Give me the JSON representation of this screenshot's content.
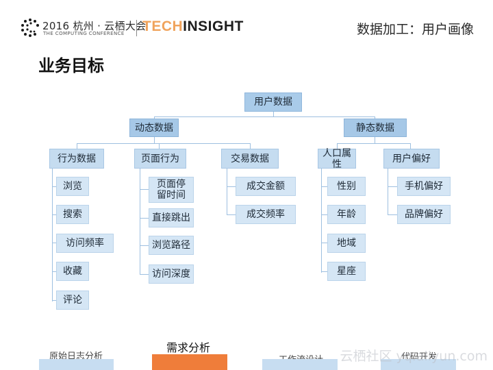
{
  "header": {
    "conference_main": "2016 杭州 · 云栖大会",
    "conference_sub": "THE COMPUTING CONFERENCE",
    "brand_part1": "TECH",
    "brand_part2": "INSIGHT",
    "topic": "数据加工：用户画像"
  },
  "page_title": "业务目标",
  "tree": {
    "root": "用户数据",
    "branches": [
      {
        "label": "动态数据",
        "categories": [
          {
            "label": "行为数据",
            "items": [
              "浏览",
              "搜索",
              "访问频率",
              "收藏",
              "评论"
            ]
          },
          {
            "label": "页面行为",
            "items": [
              "页面停留时间",
              "直接跳出",
              "浏览路径",
              "访问深度"
            ]
          },
          {
            "label": "交易数据",
            "items": [
              "成交金额",
              "成交频率"
            ]
          }
        ]
      },
      {
        "label": "静态数据",
        "categories": [
          {
            "label": "人口属性",
            "items": [
              "性别",
              "年龄",
              "地域",
              "星座"
            ]
          },
          {
            "label": "用户偏好",
            "items": [
              "手机偏好",
              "品牌偏好"
            ]
          }
        ]
      }
    ]
  },
  "workflow": {
    "step1": "原始日志分析",
    "step2": "需求分析",
    "step3": "工作流设计",
    "step4": "代码开发"
  },
  "watermark": "云栖社区 yq.aliyun.com",
  "colors": {
    "node_top": "#a9cbe9",
    "node_leaf": "#d5e6f5",
    "connector": "#9dbfe0",
    "active_step": "#ef7d3a",
    "brand_accent": "#f0a35c"
  }
}
